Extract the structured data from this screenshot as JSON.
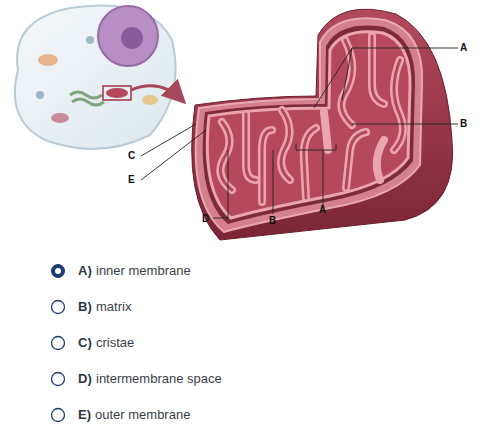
{
  "diagram": {
    "labels": [
      "A",
      "B",
      "C",
      "E",
      "D",
      "B",
      "A",
      "A)",
      "inner membrane",
      "B)",
      "matrix",
      "C)",
      "cristae",
      "D)",
      "intermembrane space",
      "E)",
      "outer membrane"
    ]
  }
}
